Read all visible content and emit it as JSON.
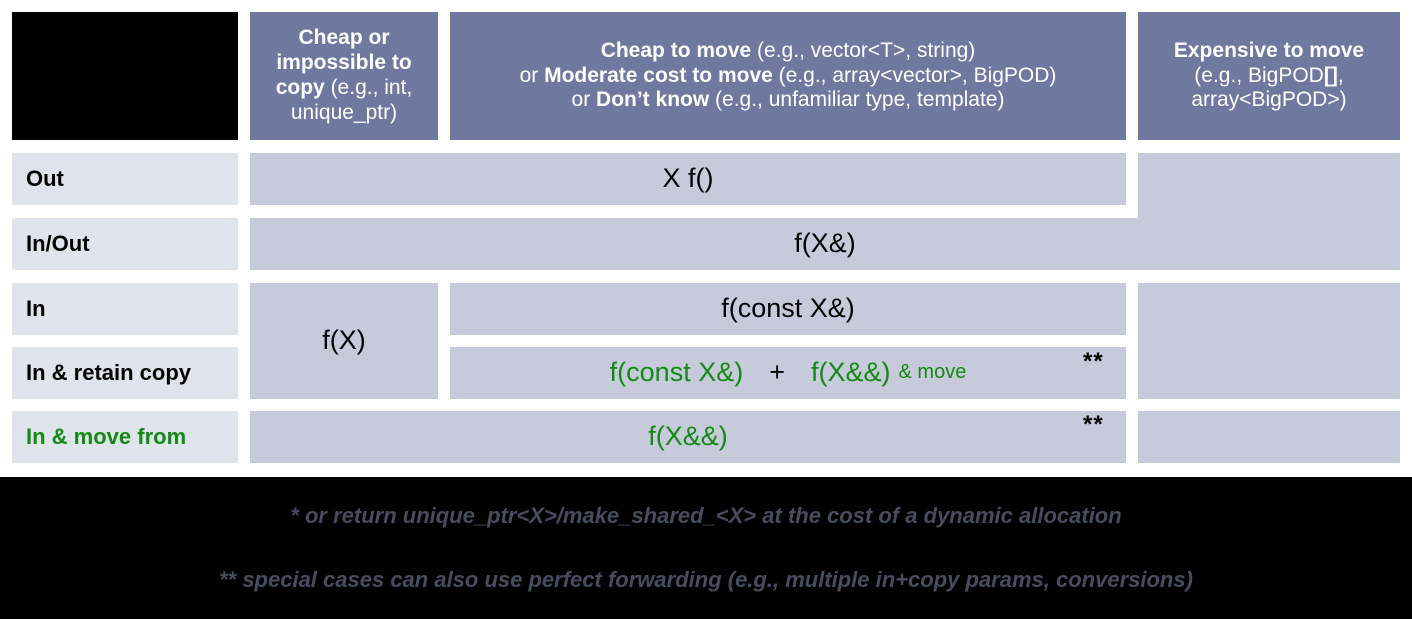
{
  "title": "C++ parameter passing / return guidance matrix",
  "colors": {
    "header_bg": "#6f789f",
    "header_text": "#ffffff",
    "row_label_bg": "#dfe3ec",
    "body_cell_bg": "#c6cadb",
    "accent_green": "#138a13",
    "footer_bg": "#000000",
    "footer_text": "#474c5e",
    "page_bg": "#ffffff"
  },
  "header": {
    "corner_blank": "",
    "columns": [
      {
        "id": "cheap-or-impossible-to-copy",
        "lines": [
          {
            "parts": [
              {
                "text": "Cheap or",
                "bold": true
              }
            ]
          },
          {
            "parts": [
              {
                "text": "impossible to",
                "bold": true
              }
            ]
          },
          {
            "parts": [
              {
                "text": "copy",
                "bold": true
              },
              {
                "text": " (e.g., int,",
                "bold": false
              }
            ]
          },
          {
            "parts": [
              {
                "text": "unique_ptr)",
                "bold": false
              }
            ]
          }
        ]
      },
      {
        "id": "cheap-or-moderate-or-unknown-to-move",
        "lines": [
          {
            "parts": [
              {
                "text": "Cheap to move",
                "bold": true
              },
              {
                "text": " (e.g., vector<T>, string)",
                "bold": false
              }
            ]
          },
          {
            "parts": [
              {
                "text": "or ",
                "bold": false
              },
              {
                "text": "Moderate cost to move",
                "bold": true
              },
              {
                "text": " (e.g., array<vector>, BigPOD)",
                "bold": false
              }
            ]
          },
          {
            "parts": [
              {
                "text": "or ",
                "bold": false
              },
              {
                "text": "Don’t know",
                "bold": true
              },
              {
                "text": " (e.g., unfamiliar type, template)",
                "bold": false
              }
            ]
          }
        ]
      },
      {
        "id": "expensive-to-move",
        "lines": [
          {
            "parts": [
              {
                "text": "Expensive to move",
                "bold": true
              }
            ]
          },
          {
            "parts": [
              {
                "text": "(e.g., BigPOD",
                "bold": false
              },
              {
                "text": "[]",
                "bold": true
              },
              {
                "text": ",",
                "bold": false
              }
            ]
          },
          {
            "parts": [
              {
                "text": "array<BigPOD>)",
                "bold": false
              }
            ]
          }
        ]
      }
    ]
  },
  "rows": [
    {
      "id": "out",
      "label": "Out",
      "green": false
    },
    {
      "id": "in-out",
      "label": "In/Out",
      "green": false
    },
    {
      "id": "in",
      "label": "In",
      "green": false
    },
    {
      "id": "in-retain-copy",
      "label": "In & retain copy",
      "green": false
    },
    {
      "id": "in-move-from",
      "label": "In & move from",
      "green": true
    }
  ],
  "cells": {
    "out_main": {
      "text": "X f()",
      "green": false
    },
    "out_expensive": {
      "text": "",
      "green": false
    },
    "in_out_all": {
      "text": "f(X&)",
      "green": false
    },
    "in_cheap_copy": {
      "text": "f(X)",
      "green": false
    },
    "in_main": {
      "text": "f(const X&)",
      "green": false
    },
    "in_expensive": {
      "text": "",
      "green": false
    },
    "retain_copy_a": {
      "text": "f(const X&)",
      "green": true
    },
    "retain_copy_plus": {
      "text": "+",
      "green": true
    },
    "retain_copy_b": {
      "text": "f(X&&)",
      "green": true
    },
    "retain_copy_b_note": {
      "text": "& move",
      "green": true
    },
    "retain_copy_expensive": {
      "text": "",
      "green": false
    },
    "move_from_all": {
      "text": "f(X&&)",
      "green": true
    }
  },
  "markers": {
    "retain_copy_stars": "**",
    "move_from_stars": "**"
  },
  "footnotes": [
    "* or return unique_ptr<X>/make_shared_<X> at the cost of a dynamic allocation",
    "** special cases can also use perfect forwarding (e.g., multiple in+copy params, conversions)"
  ]
}
